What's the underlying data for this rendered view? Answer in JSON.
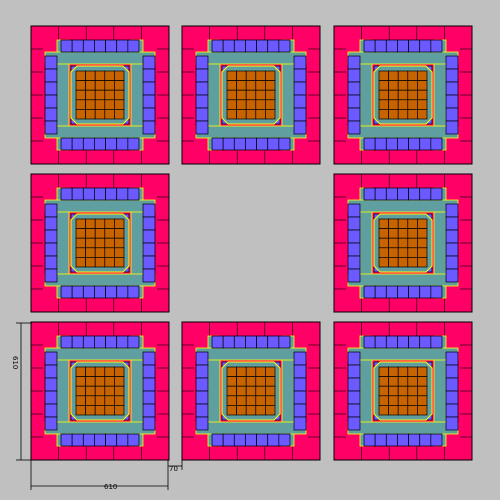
{
  "colors": {
    "background": "#c0c0c0",
    "magenta": "#ff0066",
    "blue": "#6a5aff",
    "brown": "#c86400",
    "corridor": "#5f9f9f",
    "yellow": "#ffff00",
    "outline": "#000000"
  },
  "dimensions": {
    "height": "610",
    "width": "610",
    "gap": "70"
  },
  "grid": {
    "rows": 3,
    "cols": 3,
    "missing_cells": [
      "1-1"
    ]
  }
}
